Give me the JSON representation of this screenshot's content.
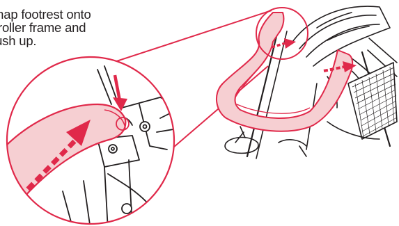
{
  "instruction": {
    "lines": [
      "Snap footrest onto",
      "stroller frame and",
      "push up."
    ]
  },
  "colors": {
    "accent": "#e0294a",
    "accent_fill": "#f6cfd2",
    "line": "#231f20"
  }
}
